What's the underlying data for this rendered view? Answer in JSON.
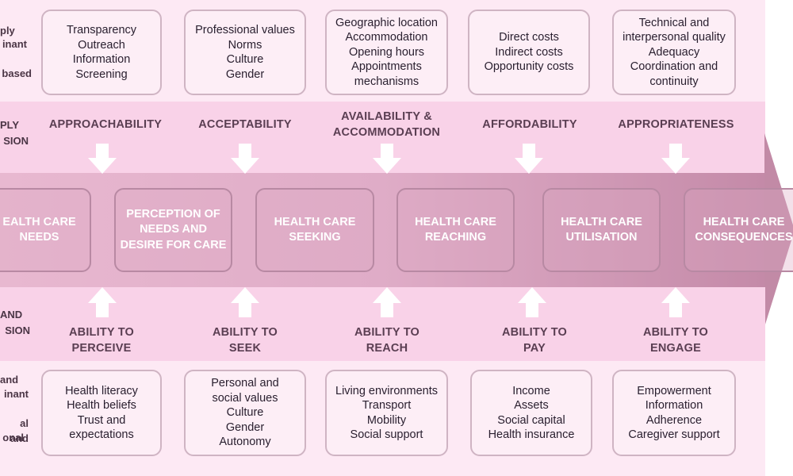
{
  "supply_side": {
    "determinant_label_lines": [
      "ply",
      "inant",
      "based"
    ],
    "dimension_label_lines": [
      "PLY",
      "SION"
    ]
  },
  "demand_side": {
    "dimension_label_lines": [
      "AND",
      "SION"
    ],
    "determinant_label_lines": [
      "and",
      "inant",
      "al and",
      "onal"
    ]
  },
  "supply_dimensions": [
    {
      "label_lines": [
        "APPROACHABILITY"
      ],
      "determinants": [
        "Transparency",
        "Outreach",
        "Information",
        "Screening"
      ]
    },
    {
      "label_lines": [
        "ACCEPTABILITY"
      ],
      "determinants": [
        "Professional values",
        "Norms",
        "Culture",
        "Gender"
      ]
    },
    {
      "label_lines": [
        "AVAILABILITY &",
        "ACCOMMODATION"
      ],
      "determinants": [
        "Geographic location",
        "Accommodation",
        "Opening hours",
        "Appointments",
        "mechanisms"
      ]
    },
    {
      "label_lines": [
        "AFFORDABILITY"
      ],
      "determinants": [
        "Direct costs",
        "Indirect costs",
        "Opportunity costs"
      ]
    },
    {
      "label_lines": [
        "APPROPRIATENESS"
      ],
      "determinants": [
        "Technical and",
        "interpersonal quality",
        "Adequacy",
        "Coordination and",
        "continuity"
      ]
    }
  ],
  "stages": [
    {
      "lines": [
        "EALTH CARE",
        "NEEDS"
      ]
    },
    {
      "lines": [
        "PERCEPTION OF",
        "NEEDS AND",
        "DESIRE FOR CARE"
      ]
    },
    {
      "lines": [
        "HEALTH CARE",
        "SEEKING"
      ]
    },
    {
      "lines": [
        "HEALTH CARE",
        "REACHING"
      ]
    },
    {
      "lines": [
        "HEALTH CARE",
        "UTILISATION"
      ]
    },
    {
      "lines": [
        "HEALTH CARE",
        "CONSEQUENCES"
      ]
    }
  ],
  "demand_dimensions": [
    {
      "label_lines": [
        "ABILITY TO",
        "PERCEIVE"
      ],
      "determinants": [
        "Health literacy",
        "Health beliefs",
        "Trust and",
        "expectations"
      ]
    },
    {
      "label_lines": [
        "ABILITY TO",
        "SEEK"
      ],
      "determinants": [
        "Personal and",
        "social values",
        "Culture",
        "Gender",
        "Autonomy"
      ]
    },
    {
      "label_lines": [
        "ABILITY TO",
        "REACH"
      ],
      "determinants": [
        "Living environments",
        "Transport",
        "Mobility",
        "Social support"
      ]
    },
    {
      "label_lines": [
        "ABILITY TO",
        "PAY"
      ],
      "determinants": [
        "Income",
        "Assets",
        "Social capital",
        "Health insurance"
      ]
    },
    {
      "label_lines": [
        "ABILITY TO",
        "ENGAGE"
      ],
      "determinants": [
        "Empowerment",
        "Information",
        "Adherence",
        "Caregiver support"
      ]
    }
  ],
  "colors": {
    "light_band": "#fde9f4",
    "mid_band": "#f9d2e8",
    "arrow_start": "#e8b8d0",
    "arrow_end": "#c48aa8",
    "box_border": "#cfb4c3",
    "stage_border": "#b889a3",
    "connector_arrow": "#ffffff"
  }
}
